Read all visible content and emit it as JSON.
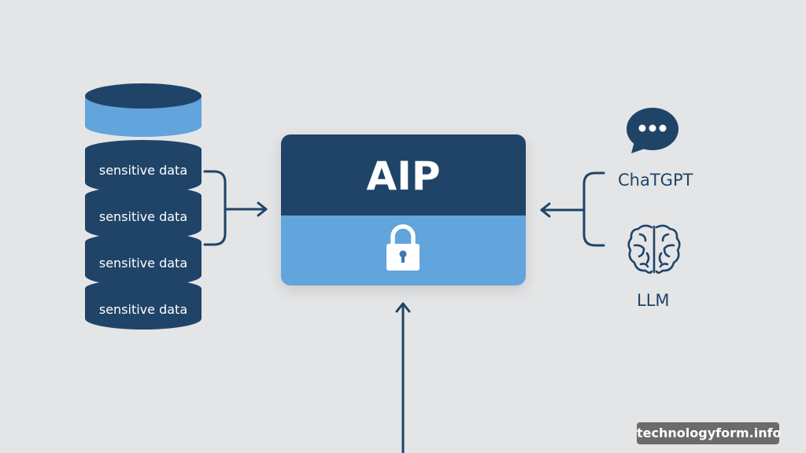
{
  "database": {
    "layers": [
      {
        "label": "sensitive data"
      },
      {
        "label": "sensitive data"
      },
      {
        "label": "sensitive data"
      },
      {
        "label": "sensitive data"
      }
    ]
  },
  "aip": {
    "title": "AIP",
    "icon": "lock-icon"
  },
  "sources": [
    {
      "label": "ChaTGPT",
      "icon": "chat-bubble-icon"
    },
    {
      "label": "LLM",
      "icon": "brain-icon"
    }
  ],
  "watermark": "technologyform.info",
  "colors": {
    "background": "#e4e5e6",
    "dark_blue": "#1f4468",
    "light_blue": "#62a4dc",
    "white": "#ffffff"
  }
}
